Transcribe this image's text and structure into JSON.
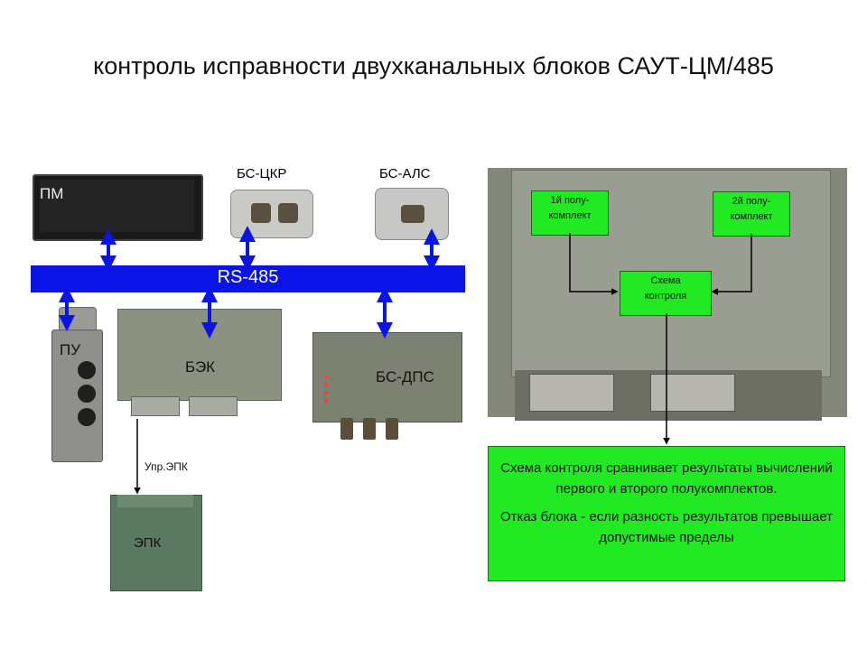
{
  "title": "контроль исправности двухканальных блоков САУТ-ЦМ/485",
  "devices": {
    "pm": "ПМ",
    "bs_ckr": "БС-ЦКР",
    "bs_als": "БС-АЛС",
    "bus": "RS-485",
    "pu": "ПУ",
    "bek": "БЭК",
    "bs_dps": "БС-ДПС",
    "epk": "ЭПК",
    "upr_epk": "Упр.ЭПК"
  },
  "scheme": {
    "half1": "1й полу-\nкомплект",
    "half2": "2й полу-\nкомплект",
    "control": "Схема\nконтроля"
  },
  "info": {
    "p1": "Схема контроля сравнивает результаты вычислений первого и второго полукомплектов.",
    "p2": "Отказ блока - если разность результатов превышает допустимые пределы"
  },
  "colors": {
    "bus": "#0b14e6",
    "green_box": "#22ea22"
  }
}
